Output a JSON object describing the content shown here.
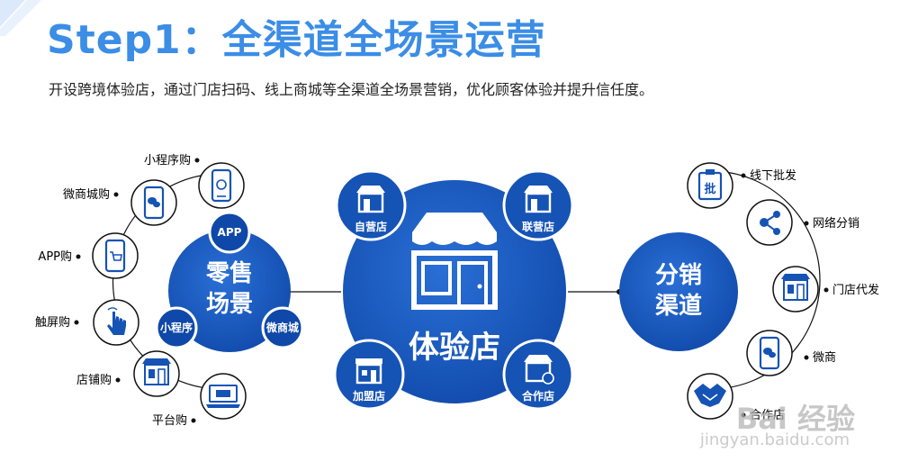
{
  "title": "Step1：全渠道全场景运营",
  "subtitle": "开设跨境体验店，通过门店扫码、线上商城等全渠道全场景营销，优化顾客体验并提升信任度。",
  "colors": {
    "title": "#3b8de6",
    "primary": "#1553b5",
    "primary_dark": "#0d3f8f"
  },
  "retail": {
    "label_line1": "零售",
    "label_line2": "场景",
    "badges": [
      "APP",
      "小程序",
      "微商城"
    ],
    "nodes": [
      {
        "label": "小程序购",
        "icon": "mini-program-phone-icon"
      },
      {
        "label": "微商城购",
        "icon": "wechat-phone-icon"
      },
      {
        "label": "APP购",
        "icon": "cart-phone-icon"
      },
      {
        "label": "触屏购",
        "icon": "touch-hand-icon"
      },
      {
        "label": "店铺购",
        "icon": "storefront-icon"
      },
      {
        "label": "平台购",
        "icon": "laptop-shop-icon"
      }
    ]
  },
  "center": {
    "label": "体验店",
    "sub": [
      {
        "label": "自营店",
        "icon": "store-icon"
      },
      {
        "label": "联营店",
        "icon": "store-icon"
      },
      {
        "label": "加盟店",
        "icon": "shop-icon"
      },
      {
        "label": "合作店",
        "icon": "partner-store-icon"
      }
    ]
  },
  "distribution": {
    "label_line1": "分销",
    "label_line2": "渠道",
    "nodes": [
      {
        "label": "线下批发",
        "icon": "wholesale-clipboard-icon"
      },
      {
        "label": "网络分销",
        "icon": "network-share-icon"
      },
      {
        "label": "门店代发",
        "icon": "storefront-icon"
      },
      {
        "label": "微商",
        "icon": "wechat-phone-icon"
      },
      {
        "label": "合作店",
        "icon": "handshake-icon"
      }
    ]
  },
  "watermark": {
    "brand": "Bai 经验",
    "url": "jingyan.baidu.com"
  }
}
